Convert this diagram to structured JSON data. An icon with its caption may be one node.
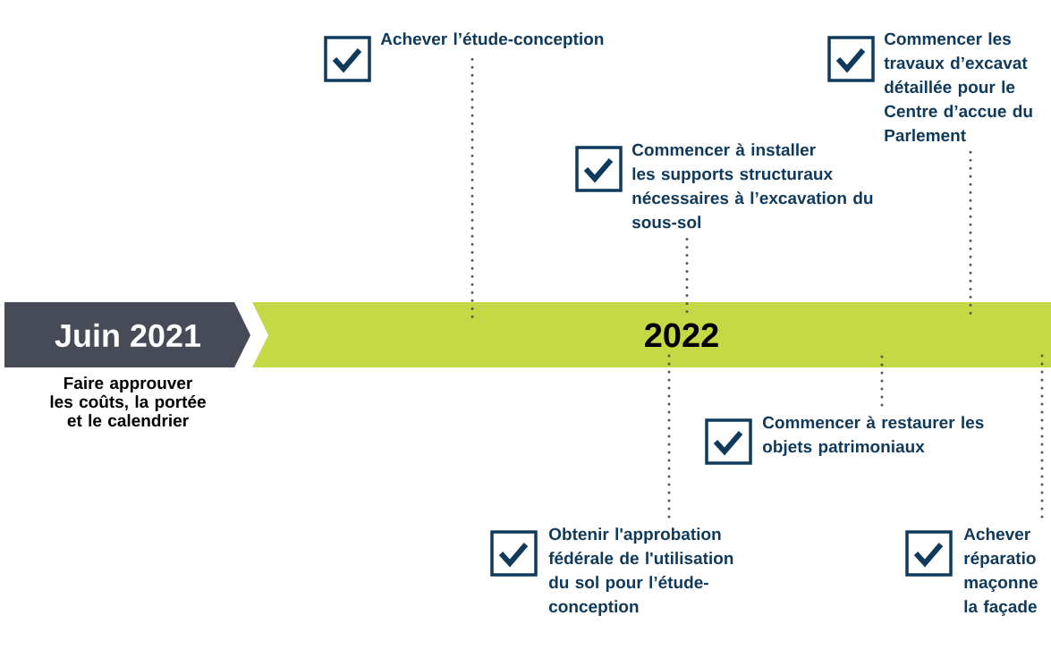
{
  "diagram": {
    "nodes": [
      {
        "text": [
          "Juin 2021"
        ],
        "beside": [
          "Faire approuver les coûts, la portée et le calendrier"
        ]
      },
      {
        "text": [
          "2022"
        ]
      },
      {
        "text": [
          "Achever l’étude-conception"
        ]
      },
      {
        "text": [
          "Commencer à installer les supports structuraux nécessaires à l’excavation du sous-sol"
        ]
      },
      {
        "text": [
          "Commencer les travaux d’excavat détaillée pour le Centre d’accue du Parlement"
        ]
      },
      {
        "text": [
          "Commencer à restaurer les objets patrimoniaux"
        ]
      },
      {
        "text": [
          "Obtenir l'approbation fédérale de l'utilisation du sol pour l’étude-conception"
        ]
      },
      {
        "text": [
          "Achever réparatio maçonne la façade"
        ]
      }
    ],
    "edges": [
      {
        "from": 2,
        "to": 1,
        "arrow": "none"
      },
      {
        "from": 3,
        "to": 1,
        "arrow": "none"
      },
      {
        "from": 4,
        "to": 1,
        "arrow": "none"
      },
      {
        "from": 5,
        "to": 1,
        "arrow": "none"
      },
      {
        "from": 6,
        "to": 1,
        "arrow": "none"
      },
      {
        "from": 7,
        "to": 1,
        "arrow": "none"
      }
    ]
  }
}
